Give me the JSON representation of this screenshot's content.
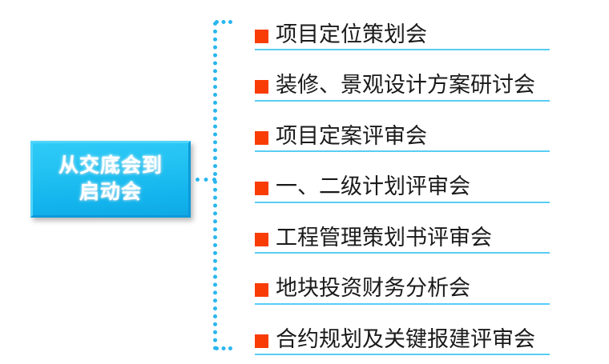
{
  "diagram": {
    "type": "bracket-list",
    "root": {
      "label": "从交底会到\n启动会",
      "box_fill_top": "#2fcbf7",
      "box_fill_bottom": "#0fa9e6",
      "box_bevel_light": "#4fd4fb",
      "box_bevel_dark": "#0c9ad9",
      "text_color": "#ffffff"
    },
    "connector": {
      "style": "dotted-bracket",
      "color": "#29b6f0"
    },
    "list_style": {
      "bullet_icon": "square-bullet-icon",
      "bullet_color": "#f93c05",
      "rule_color": "#59cdf5",
      "text_color": "#1a1a1a"
    },
    "items": [
      {
        "label": "项目定位策划会"
      },
      {
        "label": "装修、景观设计方案研讨会"
      },
      {
        "label": "项目定案评审会"
      },
      {
        "label": "一、二级计划评审会"
      },
      {
        "label": "工程管理策划书评审会"
      },
      {
        "label": "地块投资财务分析会"
      },
      {
        "label": "合约规划及关键报建评审会"
      }
    ]
  }
}
